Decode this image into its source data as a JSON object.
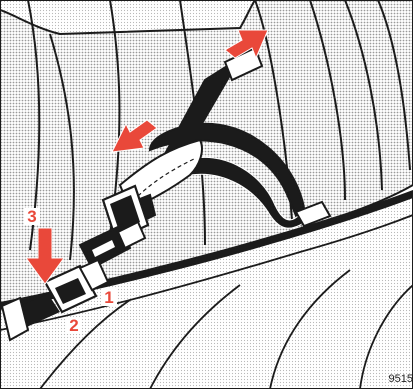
{
  "colors": {
    "accent": "#e9483a",
    "ink": "#1b1b1b",
    "screen": "#c9c9c9",
    "paper": "#ffffff"
  },
  "callouts": {
    "step_1": "1",
    "step_2": "2",
    "step_3": "3"
  },
  "figure_code": "9515"
}
